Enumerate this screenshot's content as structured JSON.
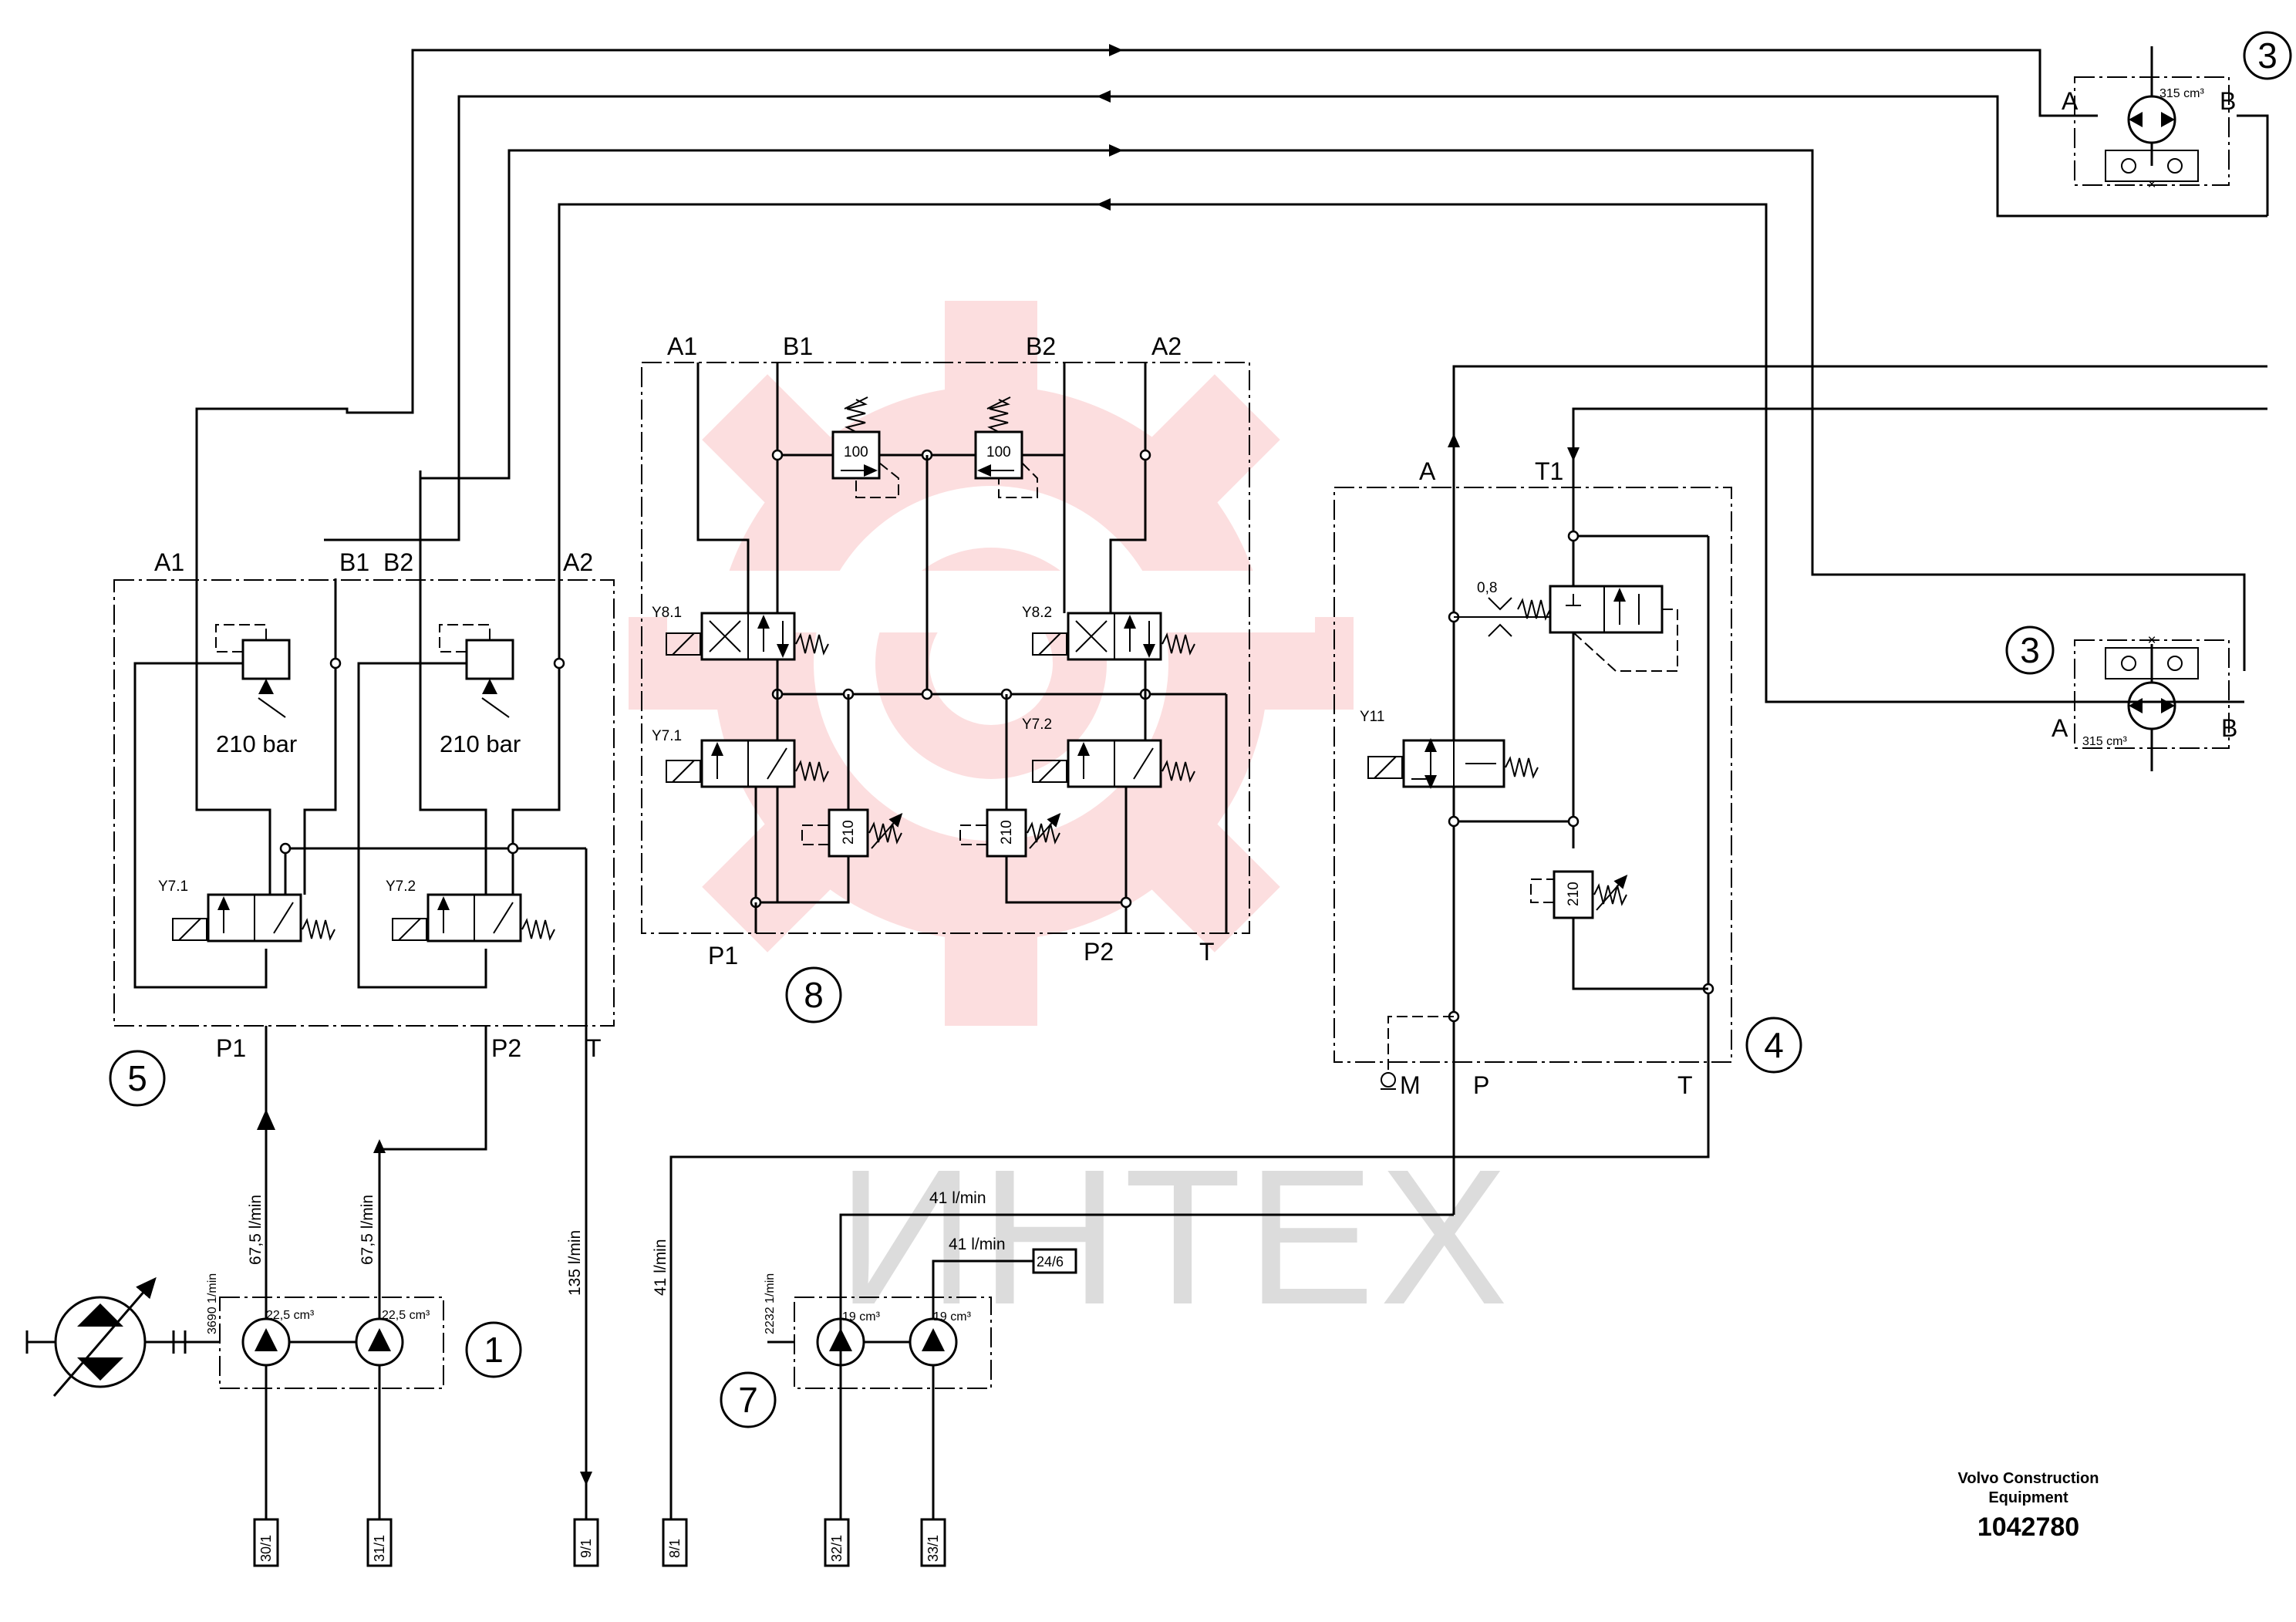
{
  "watermark": {
    "text": "ИНТЕХ",
    "color": "#e8242b"
  },
  "components": {
    "c1": {
      "number": "1",
      "pump_displacement_a": "22,5 cm³",
      "pump_displacement_b": "22,5 cm³",
      "rpm": "3690 1/min"
    },
    "c3_top": {
      "number": "3",
      "displacement": "315 cm³",
      "port_a": "A",
      "port_b": "B"
    },
    "c3_bottom": {
      "number": "3",
      "displacement": "315 cm³",
      "port_a": "A",
      "port_b": "B"
    },
    "c4": {
      "number": "4",
      "port_a": "A",
      "port_t1": "T1",
      "port_m": "M",
      "port_p": "P",
      "port_t": "T",
      "solenoid": "Y11",
      "orifice": "0,8",
      "relief": "210"
    },
    "c5": {
      "number": "5",
      "ports": {
        "a1": "A1",
        "b1": "B1",
        "b2": "B2",
        "a2": "A2",
        "p1": "P1",
        "p2": "P2",
        "t": "T"
      },
      "relief_1": "210 bar",
      "relief_2": "210 bar",
      "solenoid_1": "Y7.1",
      "solenoid_2": "Y7.2"
    },
    "c7": {
      "number": "7",
      "pump_displacement_a": "19 cm³",
      "pump_displacement_b": "19 cm³",
      "rpm": "2232 1/min"
    },
    "c8": {
      "number": "8",
      "ports": {
        "a1": "A1",
        "b1": "B1",
        "b2": "B2",
        "a2": "A2",
        "p1": "P1",
        "p2": "P2",
        "t": "T"
      },
      "relief_100_1": "100",
      "relief_100_2": "100",
      "relief_210_1": "210",
      "relief_210_2": "210",
      "sol_y81": "Y8.1",
      "sol_y82": "Y8.2",
      "sol_y71": "Y7.1",
      "sol_y72": "Y7.2"
    }
  },
  "flows": {
    "f1": "67,5 l/min",
    "f2": "67,5 l/min",
    "f3": "135 l/min",
    "f4": "41 l/min",
    "f5": "41 l/min",
    "f6": "41 l/min"
  },
  "connector_tags": {
    "t301": "30/1",
    "t311": "31/1",
    "t91": "9/1",
    "t81": "8/1",
    "t321": "32/1",
    "t331": "33/1",
    "t246": "24/6"
  },
  "footer": {
    "maker_line1": "Volvo Construction",
    "maker_line2": "Equipment",
    "doc_number": "1042780"
  }
}
